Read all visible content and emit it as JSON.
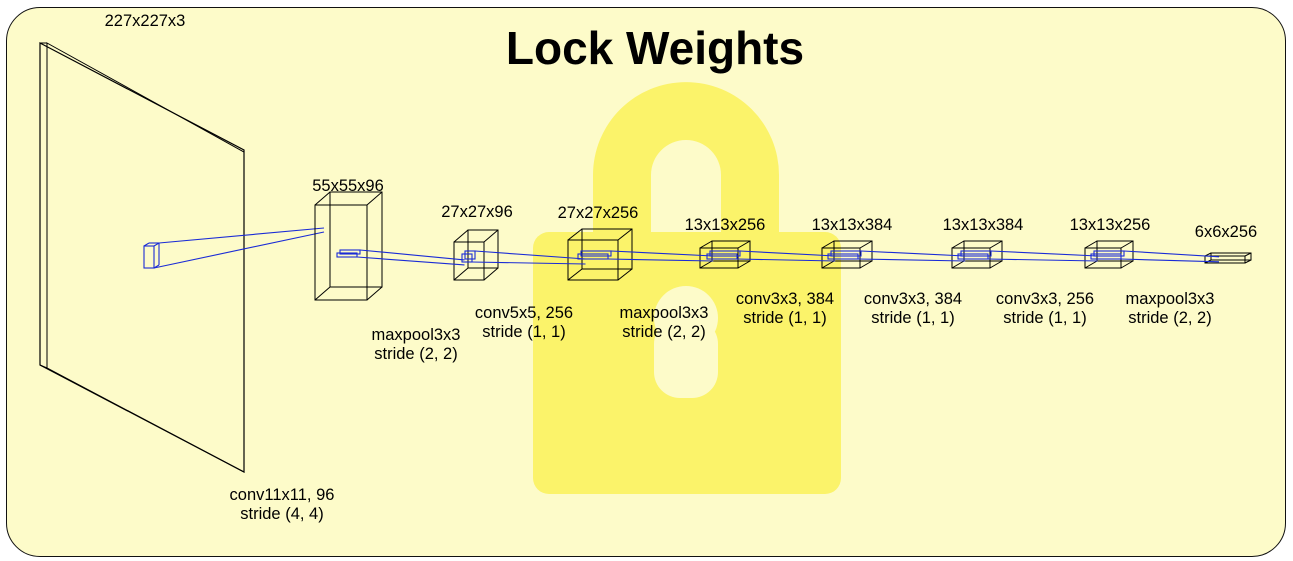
{
  "title": "Lock Weights",
  "background_icon": "lock-icon",
  "colors": {
    "panel": "#fdfbc9",
    "lock": "#fbf36a",
    "kernel": "#1a2bd6",
    "outline": "#000000"
  },
  "input": {
    "size": "227x227x3"
  },
  "layers": [
    {
      "size": "55x55x96",
      "op": "conv11x11, 96",
      "stride": "stride (4, 4)"
    },
    {
      "size": "27x27x96",
      "op": "maxpool3x3",
      "stride": "stride (2, 2)"
    },
    {
      "size": "27x27x256",
      "op": "conv5x5, 256",
      "stride": "stride (1, 1)"
    },
    {
      "size": "13x13x256",
      "op": "maxpool3x3",
      "stride": "stride (2, 2)"
    },
    {
      "size": "13x13x384",
      "op": "conv3x3, 384",
      "stride": "stride (1, 1)"
    },
    {
      "size": "13x13x384",
      "op": "conv3x3, 384",
      "stride": "stride (1, 1)"
    },
    {
      "size": "13x13x256",
      "op": "conv3x3, 256",
      "stride": "stride (1, 1)"
    },
    {
      "size": "6x6x256",
      "op": "maxpool3x3",
      "stride": "stride (2, 2)"
    }
  ]
}
